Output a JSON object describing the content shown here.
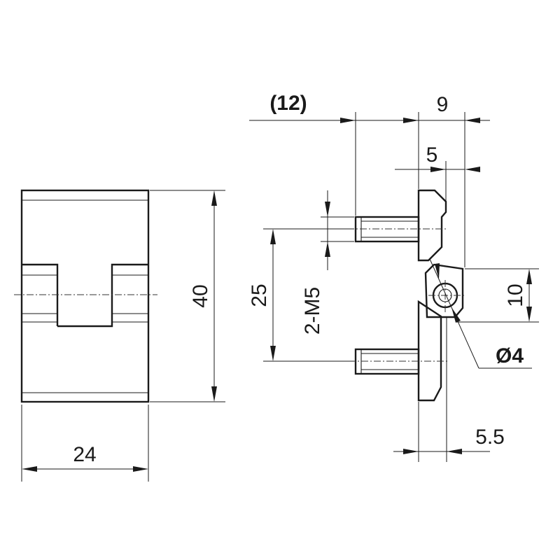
{
  "dimensions": {
    "front_width": "24",
    "front_height": "40",
    "reference_offset": "(12)",
    "offset_9": "9",
    "offset_5": "5",
    "stud_pitch": "25",
    "thread_callout": "2-M5",
    "knuckle_height": "10",
    "pin_diameter": "Ø4",
    "plate_offset": "5.5"
  }
}
